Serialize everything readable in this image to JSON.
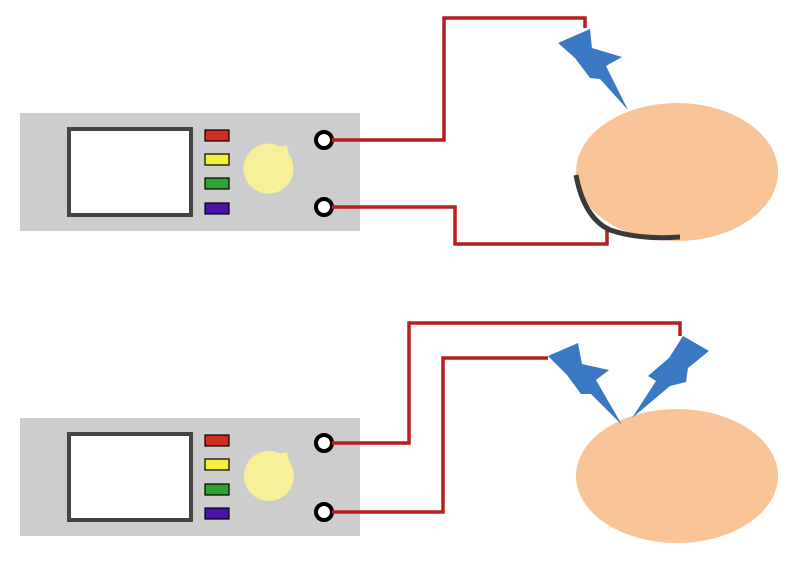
{
  "colors": {
    "background": "#ffffff",
    "generator_body": "#cdcdcd",
    "screen_fill": "#ffffff",
    "screen_border": "#444444",
    "button_colors": [
      "#d32f20",
      "#f5ee3c",
      "#2fa32f",
      "#4b12a8"
    ],
    "knob": "#f8ef9a",
    "terminal_ring": "#000000",
    "wire": "#b51f1f",
    "return_electrode": "#3a3a3a",
    "tissue": "#f8c497",
    "spark": "#3a78c4"
  },
  "icons": {
    "spark": "lightning-bolt-icon",
    "knob": "dial-knob-icon",
    "terminal": "terminal-jack-icon"
  },
  "panels": [
    {
      "id": "monopolar",
      "generator": {
        "buttons": [
          "red",
          "yellow",
          "green",
          "purple"
        ],
        "terminals": 2
      },
      "active_electrode_sparks": 1,
      "return_pad": true
    },
    {
      "id": "bipolar",
      "generator": {
        "buttons": [
          "red",
          "yellow",
          "green",
          "purple"
        ],
        "terminals": 2
      },
      "active_electrode_sparks": 2,
      "return_pad": false
    }
  ]
}
